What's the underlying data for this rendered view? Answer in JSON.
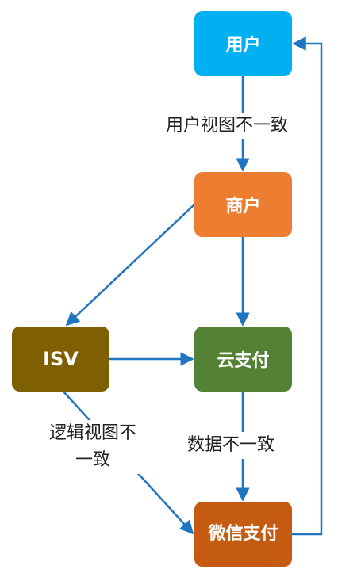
{
  "colors": {
    "user": "#00b0f0",
    "merchant": "#ed7d31",
    "isv": "#7f6000",
    "cloud_pay": "#548235",
    "wechat_pay": "#c55a11",
    "edge": "#1f75c0"
  },
  "nodes": {
    "user": "用户",
    "merchant": "商户",
    "isv": "ISV",
    "cloud_pay": "云支付",
    "wechat_pay": "微信支付"
  },
  "edge_labels": {
    "user_view": "用户视图不一致",
    "logic_view": "逻辑视图不一致",
    "data": "数据不一致"
  }
}
